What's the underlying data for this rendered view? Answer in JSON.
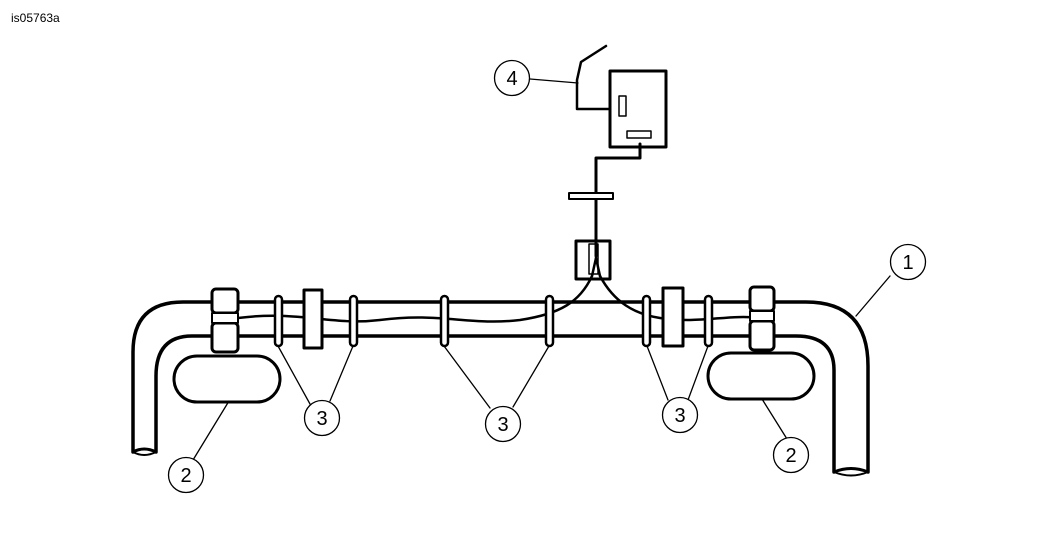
{
  "figure_id": "is05763a",
  "callouts": [
    {
      "id": "1",
      "label": "1"
    },
    {
      "id": "2a",
      "label": "2"
    },
    {
      "id": "2b",
      "label": "2"
    },
    {
      "id": "3a",
      "label": "3"
    },
    {
      "id": "3b",
      "label": "3"
    },
    {
      "id": "3c",
      "label": "3"
    },
    {
      "id": "4",
      "label": "4"
    }
  ]
}
